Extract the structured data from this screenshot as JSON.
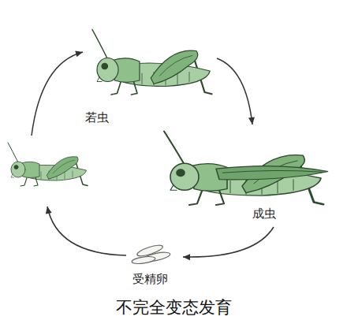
{
  "diagram": {
    "title": "不完全变态发育",
    "nodes": [
      {
        "text": [
          "若虫"
        ]
      },
      {
        "text": [
          "成虫"
        ]
      },
      {
        "text": [
          "受精卵"
        ]
      }
    ],
    "edges": [
      {
        "from": 2,
        "to": 0,
        "arrow": "to"
      },
      {
        "from": 0,
        "to": 1,
        "arrow": "to"
      },
      {
        "from": 1,
        "to": 2,
        "arrow": "to"
      }
    ]
  }
}
